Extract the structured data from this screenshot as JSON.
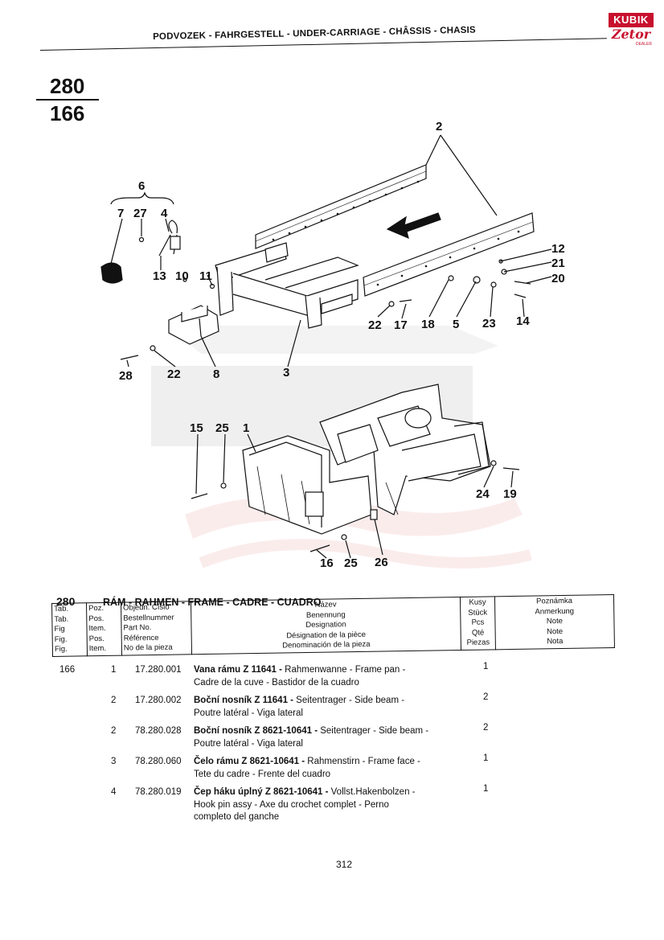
{
  "header": {
    "title": "PODVOZEK - FAHRGESTELL - UNDER-CARRIAGE - CHÂSSIS - CHASIS",
    "logo_top": "KUBIK",
    "logo_brand": "Zetor",
    "logo_sub": "DEALER"
  },
  "tab_number": "280",
  "figure_number": "166",
  "callouts": {
    "c2": "2",
    "c6": "6",
    "c7": "7",
    "c27": "27",
    "c4": "4",
    "c13": "13",
    "c10": "10",
    "c11": "11",
    "c12": "12",
    "c21": "21",
    "c20": "20",
    "c22a": "22",
    "c17": "17",
    "c18": "18",
    "c5": "5",
    "c23": "23",
    "c14": "14",
    "c28": "28",
    "c22b": "22",
    "c8": "8",
    "c3": "3",
    "c15": "15",
    "c25a": "25",
    "c1": "1",
    "c24": "24",
    "c19": "19",
    "c16": "16",
    "c25b": "25",
    "c26": "26"
  },
  "section": {
    "number": "280",
    "title": "RÁM - RAHMEN - FRAME - CADRE - CUADRO"
  },
  "columns": {
    "tab": [
      "Tab.",
      "Tab.",
      "Fig",
      "Fig.",
      "Fig."
    ],
    "pos": [
      "Poz.",
      "Pos.",
      "Item.",
      "Pos.",
      "Item."
    ],
    "part": [
      "Objedn. Číslo",
      "Bestellnummer",
      "Part No.",
      "Référence",
      "No de la pieza"
    ],
    "name": [
      "Název",
      "Benennung",
      "Designation",
      "Désignation de la pièce",
      "Denominación de la pieza"
    ],
    "qty": [
      "Kusy",
      "Stück",
      "Pcs",
      "Qté",
      "Piezas"
    ],
    "note": [
      "Poznámka",
      "Anmerkung",
      "Note",
      "Note",
      "Nota"
    ]
  },
  "rows": [
    {
      "tab": "166",
      "pos": "1",
      "part": "17.280.001",
      "name_bold": "Vana rámu Z 11641 -",
      "name_rest": " Rahmenwanne - Frame pan -",
      "line2": "Cadre de la cuve - Bastidor de la cuadro",
      "line3": "",
      "qty": "1"
    },
    {
      "tab": "",
      "pos": "2",
      "part": "17.280.002",
      "name_bold": "Boční nosník Z 11641 -",
      "name_rest": " Seitentrager - Side beam -",
      "line2": "Poutre latéral - Viga lateral",
      "line3": "",
      "qty": "2"
    },
    {
      "tab": "",
      "pos": "2",
      "part": "78.280.028",
      "name_bold": "Boční nosník Z 8621-10641 -",
      "name_rest": " Seitentrager - Side beam -",
      "line2": "Poutre latéral - Viga lateral",
      "line3": "",
      "qty": "2"
    },
    {
      "tab": "",
      "pos": "3",
      "part": "78.280.060",
      "name_bold": "Čelo rámu Z 8621-10641 -",
      "name_rest": " Rahmenstirn - Frame face -",
      "line2": "Tete du cadre - Frente del cuadro",
      "line3": "",
      "qty": "1"
    },
    {
      "tab": "",
      "pos": "4",
      "part": "78.280.019",
      "name_bold": "Čep háku úplný Z 8621-10641 -",
      "name_rest": " Vollst.Hakenbolzen -",
      "line2": "Hook pin assy - Axe du crochet  complet - Perno",
      "line3": "completo del ganche",
      "qty": "1"
    }
  ],
  "page_number": "312",
  "colors": {
    "brand_red": "#c8102e",
    "watermark": "#e8e8e8"
  }
}
